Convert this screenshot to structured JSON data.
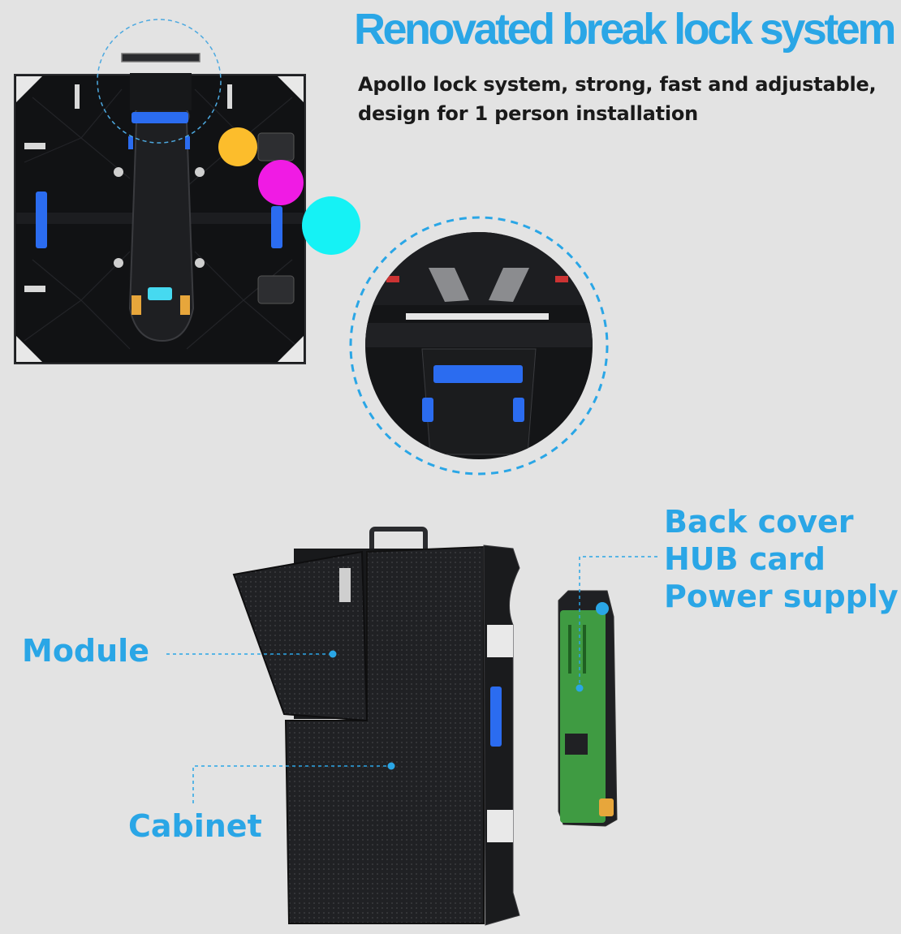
{
  "heading": {
    "title": "Renovated break lock system",
    "subtitle_lines": [
      "Apollo lock system, strong, fast and adjustable,",
      "design for 1 person installation"
    ]
  },
  "callouts": {
    "module": "Module",
    "cabinet": "Cabinet",
    "back_parts": [
      "Back cover",
      "HUB card",
      "Power supply"
    ]
  },
  "colors": {
    "accent": "#2aa6e6",
    "dot_yellow": "#fcbd2c",
    "dot_magenta": "#f01be4",
    "dot_cyan": "#15f2f5",
    "background": "#e3e3e3"
  }
}
